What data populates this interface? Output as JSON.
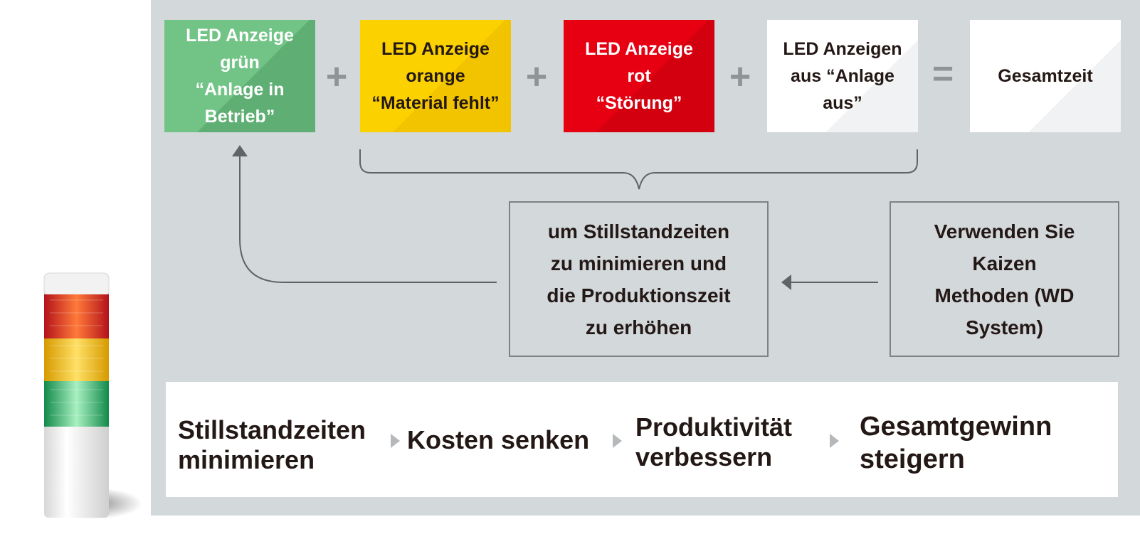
{
  "states": [
    {
      "id": "green",
      "label": "LED Anzeige\ngrün\n“Anlage in\nBetrieb”"
    },
    {
      "id": "orange",
      "label": "LED Anzeige\norange\n“Material fehlt”"
    },
    {
      "id": "red",
      "label": "LED Anzeige\nrot\n“Störung”"
    },
    {
      "id": "off",
      "label": "LED Anzeigen\naus “Anlage\naus”"
    }
  ],
  "total": "Gesamtzeit",
  "operators": {
    "plus": "+",
    "equals": "="
  },
  "goal": "um Stillstandzeiten\nzu minimieren und\ndie Produktionszeit\nzu erhöhen",
  "kaizen": "Verwenden Sie\nKaizen\nMethoden (WD\nSystem)",
  "steps": [
    "Stillstandzeiten\nminimieren",
    "Kosten senken",
    "Produktivität\nverbessern",
    "Gesamtgewinn\nsteigern"
  ],
  "colors": {
    "green": "#72c486",
    "orange": "#fbd200",
    "red": "#e60012",
    "panel": "#d3d8db",
    "line": "#7d8285"
  },
  "icons": {
    "signal_tower": "signal-tower-icon"
  }
}
